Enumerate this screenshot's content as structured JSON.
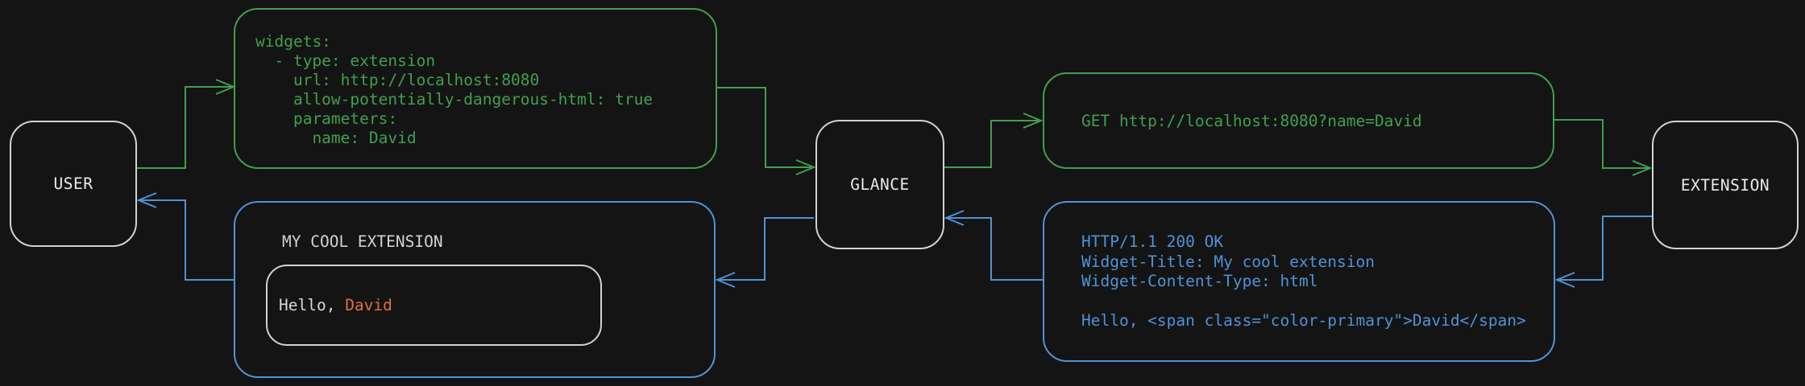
{
  "colors": {
    "background": "#141414",
    "request_flow_green": "#3fa04e",
    "response_flow_blue": "#4e93d7",
    "node_border_gray": "#d2d2d2",
    "text_gray": "#d8d8d8",
    "primary_orange": "#e0713a"
  },
  "nodes": {
    "user": {
      "label": "USER"
    },
    "glance": {
      "label": "GLANCE"
    },
    "extension": {
      "label": "EXTENSION"
    }
  },
  "config_block": {
    "lines": [
      "widgets:",
      "  - type: extension",
      "    url: http://localhost:8080",
      "    allow-potentially-dangerous-html: true",
      "    parameters:",
      "      name: David"
    ]
  },
  "request_block": {
    "line": "GET http://localhost:8080?name=David"
  },
  "response_block": {
    "lines": [
      "HTTP/1.1 200 OK",
      "Widget-Title: My cool extension",
      "Widget-Content-Type: html",
      "",
      "Hello, <span class=\"color-primary\">David</span>"
    ]
  },
  "widget_block": {
    "title": "MY COOL EXTENSION",
    "greeting_prefix": "Hello, ",
    "greeting_name": "David"
  }
}
